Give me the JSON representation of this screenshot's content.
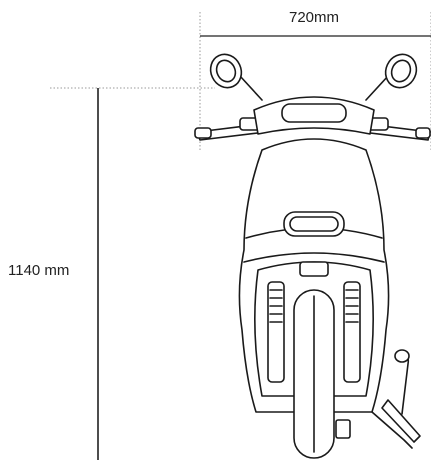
{
  "dimensions": {
    "width_label": "720mm",
    "height_label": "1140 mm"
  },
  "colors": {
    "line": "#222222",
    "dotted_guide": "#9a9a9a",
    "scooter_fill": "#ffffff",
    "scooter_stroke": "#1a1a1a"
  },
  "subject": "scooter-front-view-line-drawing"
}
